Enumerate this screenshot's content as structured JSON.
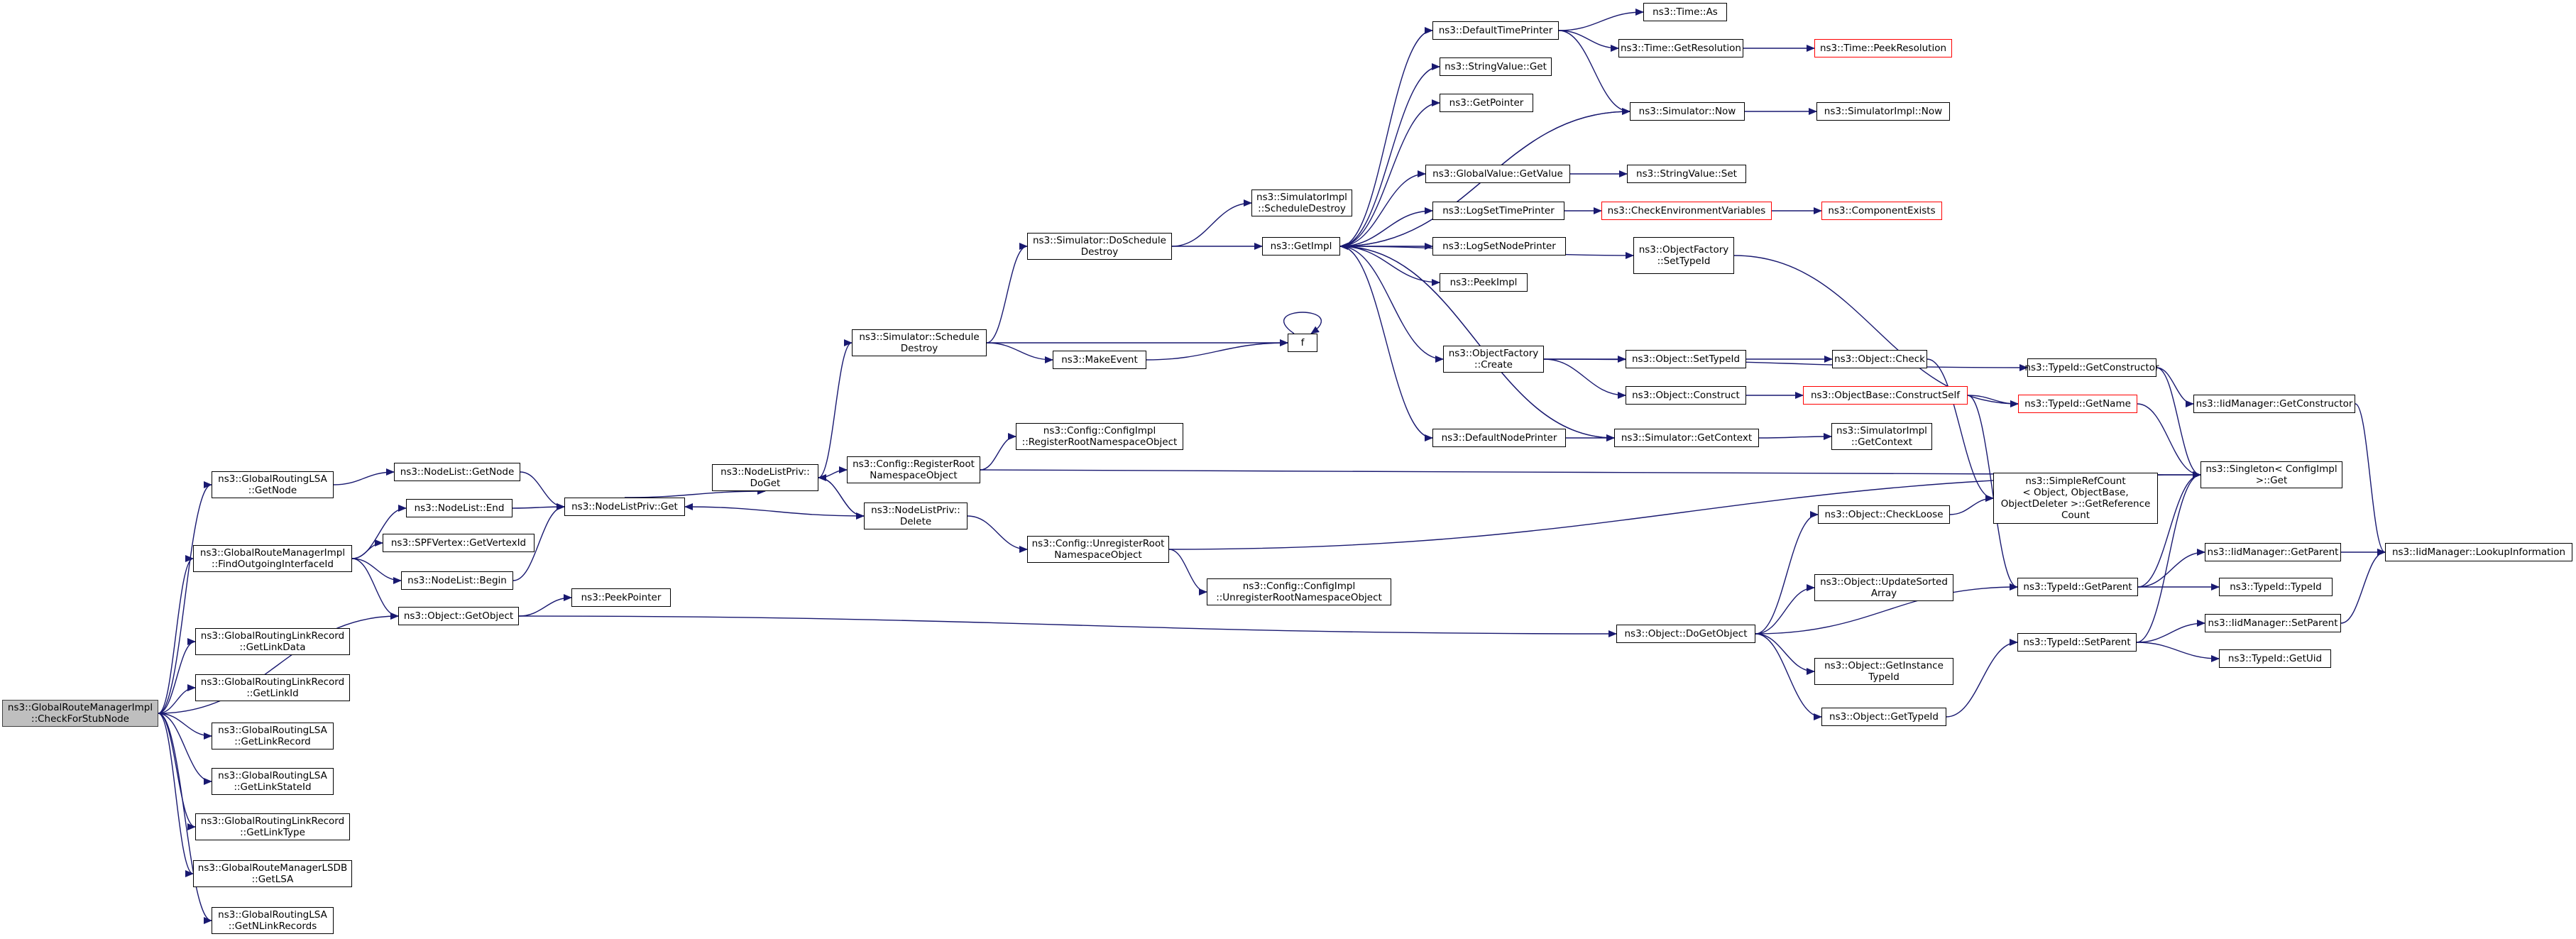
{
  "graph_title": "",
  "colors": {
    "edge": "#191970",
    "node_border": "#000000",
    "incomplete_border": "#ff0000",
    "root_fill": "#bfbfbf"
  },
  "nodes": [
    {
      "id": "root",
      "lines": [
        "ns3::GlobalRouteManagerImpl",
        "::CheckForStubNode"
      ],
      "style": "root"
    },
    {
      "id": "lsa_getnode",
      "lines": [
        "ns3::GlobalRoutingLSA",
        "::GetNode"
      ]
    },
    {
      "id": "findout",
      "lines": [
        "ns3::GlobalRouteManagerImpl",
        "::FindOutgoingInterfaceId"
      ]
    },
    {
      "id": "getobject",
      "lines": [
        "ns3::Object::GetObject"
      ]
    },
    {
      "id": "lr_getlinkdata",
      "lines": [
        "ns3::GlobalRoutingLinkRecord",
        "::GetLinkData"
      ]
    },
    {
      "id": "lr_getlinkid",
      "lines": [
        "ns3::GlobalRoutingLinkRecord",
        "::GetLinkId"
      ]
    },
    {
      "id": "lsa_getlinkrecord",
      "lines": [
        "ns3::GlobalRoutingLSA",
        "::GetLinkRecord"
      ]
    },
    {
      "id": "lsa_getlinkstateid",
      "lines": [
        "ns3::GlobalRoutingLSA",
        "::GetLinkStateId"
      ]
    },
    {
      "id": "lr_getlinktype",
      "lines": [
        "ns3::GlobalRoutingLinkRecord",
        "::GetLinkType"
      ]
    },
    {
      "id": "lsdb_getlsa",
      "lines": [
        "ns3::GlobalRouteManagerLSDB",
        "::GetLSA"
      ]
    },
    {
      "id": "lsa_getnlinkrecords",
      "lines": [
        "ns3::GlobalRoutingLSA",
        "::GetNLinkRecords"
      ]
    },
    {
      "id": "nl_getnode",
      "lines": [
        "ns3::NodeList::GetNode"
      ]
    },
    {
      "id": "nl_end",
      "lines": [
        "ns3::NodeList::End"
      ]
    },
    {
      "id": "spf_getvertexid",
      "lines": [
        "ns3::SPFVertex::GetVertexId"
      ]
    },
    {
      "id": "nl_begin",
      "lines": [
        "ns3::NodeList::Begin"
      ]
    },
    {
      "id": "peekpointer",
      "lines": [
        "ns3::PeekPointer"
      ]
    },
    {
      "id": "nlp_get",
      "lines": [
        "ns3::NodeListPriv::Get"
      ]
    },
    {
      "id": "nlp_doget",
      "lines": [
        "ns3::NodeListPriv::",
        "DoGet"
      ]
    },
    {
      "id": "cfg_register",
      "lines": [
        "ns3::Config::RegisterRoot",
        "NamespaceObject"
      ]
    },
    {
      "id": "nlp_delete",
      "lines": [
        "ns3::NodeListPriv::",
        "Delete"
      ]
    },
    {
      "id": "sim_scheddestroy",
      "lines": [
        "ns3::Simulator::Schedule",
        "Destroy"
      ]
    },
    {
      "id": "cfgimpl_register",
      "lines": [
        "ns3::Config::ConfigImpl",
        "::RegisterRootNamespaceObject"
      ]
    },
    {
      "id": "cfg_unregister",
      "lines": [
        "ns3::Config::UnregisterRoot",
        "NamespaceObject"
      ]
    },
    {
      "id": "cfgimpl_unregister",
      "lines": [
        "ns3::Config::ConfigImpl",
        "::UnregisterRootNamespaceObject"
      ]
    },
    {
      "id": "sim_doscheddestroy",
      "lines": [
        "ns3::Simulator::DoSchedule",
        "Destroy"
      ]
    },
    {
      "id": "makeevent",
      "lines": [
        "ns3::MakeEvent"
      ]
    },
    {
      "id": "f",
      "lines": [
        "f"
      ]
    },
    {
      "id": "simimpl_scheddestroy",
      "lines": [
        "ns3::SimulatorImpl",
        "::ScheduleDestroy"
      ]
    },
    {
      "id": "getimpl",
      "lines": [
        "ns3::GetImpl"
      ]
    },
    {
      "id": "defaulttimeprinter",
      "lines": [
        "ns3::DefaultTimePrinter"
      ]
    },
    {
      "id": "stringvalue_get",
      "lines": [
        "ns3::StringValue::Get"
      ]
    },
    {
      "id": "getpointer",
      "lines": [
        "ns3::GetPointer"
      ]
    },
    {
      "id": "gv_getvalue",
      "lines": [
        "ns3::GlobalValue::GetValue"
      ]
    },
    {
      "id": "logsettimeprinter",
      "lines": [
        "ns3::LogSetTimePrinter"
      ]
    },
    {
      "id": "logsetnodeprinter",
      "lines": [
        "ns3::LogSetNodePrinter"
      ]
    },
    {
      "id": "peekimpl",
      "lines": [
        "ns3::PeekImpl"
      ]
    },
    {
      "id": "objfactory_create",
      "lines": [
        "ns3::ObjectFactory",
        "::Create"
      ]
    },
    {
      "id": "defaultnodeprinter",
      "lines": [
        "ns3::DefaultNodePrinter"
      ]
    },
    {
      "id": "time_as",
      "lines": [
        "ns3::Time::As"
      ]
    },
    {
      "id": "time_getresolution",
      "lines": [
        "ns3::Time::GetResolution"
      ]
    },
    {
      "id": "time_peekresolution",
      "lines": [
        "ns3::Time::PeekResolution"
      ],
      "style": "red"
    },
    {
      "id": "sim_now",
      "lines": [
        "ns3::Simulator::Now"
      ]
    },
    {
      "id": "simimpl_now",
      "lines": [
        "ns3::SimulatorImpl::Now"
      ]
    },
    {
      "id": "stringvalue_set",
      "lines": [
        "ns3::StringValue::Set"
      ]
    },
    {
      "id": "checkenv",
      "lines": [
        "ns3::CheckEnvironmentVariables"
      ],
      "style": "red"
    },
    {
      "id": "componentexists",
      "lines": [
        "ns3::ComponentExists"
      ],
      "style": "red"
    },
    {
      "id": "objfactory_settypeid",
      "lines": [
        "ns3::ObjectFactory",
        "::SetTypeId"
      ]
    },
    {
      "id": "obj_settypeid",
      "lines": [
        "ns3::Object::SetTypeId"
      ]
    },
    {
      "id": "obj_check",
      "lines": [
        "ns3::Object::Check"
      ]
    },
    {
      "id": "obj_construct",
      "lines": [
        "ns3::Object::Construct"
      ]
    },
    {
      "id": "objbase_constructself",
      "lines": [
        "ns3::ObjectBase::ConstructSelf"
      ],
      "style": "red"
    },
    {
      "id": "sim_getcontext",
      "lines": [
        "ns3::Simulator::GetContext"
      ]
    },
    {
      "id": "simimpl_getcontext",
      "lines": [
        "ns3::SimulatorImpl",
        "::GetContext"
      ]
    },
    {
      "id": "typeid_getconstructor",
      "lines": [
        "ns3::TypeId::GetConstructor"
      ]
    },
    {
      "id": "typeid_getname",
      "lines": [
        "ns3::TypeId::GetName"
      ],
      "style": "red"
    },
    {
      "id": "iidm_getconstructor",
      "lines": [
        "ns3::IidManager::GetConstructor"
      ]
    },
    {
      "id": "singleton_get",
      "lines": [
        "ns3::Singleton< ConfigImpl",
        " >::Get"
      ]
    },
    {
      "id": "simplerefcount",
      "lines": [
        "ns3::SimpleRefCount",
        "< Object, ObjectBase,",
        " ObjectDeleter >::GetReference",
        "Count"
      ]
    },
    {
      "id": "obj_checkloose",
      "lines": [
        "ns3::Object::CheckLoose"
      ]
    },
    {
      "id": "obj_updatesorted",
      "lines": [
        "ns3::Object::UpdateSorted",
        "Array"
      ]
    },
    {
      "id": "obj_dogetobject",
      "lines": [
        "ns3::Object::DoGetObject"
      ]
    },
    {
      "id": "obj_getinstancetypeid",
      "lines": [
        "ns3::Object::GetInstance",
        "TypeId"
      ]
    },
    {
      "id": "obj_gettypeid",
      "lines": [
        "ns3::Object::GetTypeId"
      ]
    },
    {
      "id": "typeid_getparent",
      "lines": [
        "ns3::TypeId::GetParent"
      ]
    },
    {
      "id": "typeid_setparent",
      "lines": [
        "ns3::TypeId::SetParent"
      ]
    },
    {
      "id": "iidm_getparent",
      "lines": [
        "ns3::IidManager::GetParent"
      ]
    },
    {
      "id": "typeid_typeid",
      "lines": [
        "ns3::TypeId::TypeId"
      ]
    },
    {
      "id": "iidm_lookupinfo",
      "lines": [
        "ns3::IidManager::LookupInformation"
      ]
    },
    {
      "id": "iidm_setparent",
      "lines": [
        "ns3::IidManager::SetParent"
      ]
    },
    {
      "id": "typeid_getuid",
      "lines": [
        "ns3::TypeId::GetUid"
      ]
    }
  ],
  "edges": [
    [
      "root",
      "lsa_getnode"
    ],
    [
      "root",
      "findout"
    ],
    [
      "root",
      "getobject"
    ],
    [
      "root",
      "lr_getlinkdata"
    ],
    [
      "root",
      "lr_getlinkid"
    ],
    [
      "root",
      "lsa_getlinkrecord"
    ],
    [
      "root",
      "lsa_getlinkstateid"
    ],
    [
      "root",
      "lr_getlinktype"
    ],
    [
      "root",
      "lsdb_getlsa"
    ],
    [
      "root",
      "lsa_getnlinkrecords"
    ],
    [
      "lsa_getnode",
      "nl_getnode"
    ],
    [
      "nl_getnode",
      "nlp_get"
    ],
    [
      "findout",
      "nl_end"
    ],
    [
      "findout",
      "spf_getvertexid"
    ],
    [
      "findout",
      "nl_begin"
    ],
    [
      "findout",
      "getobject"
    ],
    [
      "nl_end",
      "nlp_get"
    ],
    [
      "nl_begin",
      "nlp_get"
    ],
    [
      "getobject",
      "peekpointer"
    ],
    [
      "getobject",
      "obj_dogetobject"
    ],
    [
      "nlp_get",
      "nlp_doget"
    ],
    [
      "nlp_doget",
      "sim_scheddestroy"
    ],
    [
      "nlp_doget",
      "cfg_register"
    ],
    [
      "nlp_doget",
      "nlp_delete"
    ],
    [
      "nlp_delete",
      "nlp_doget"
    ],
    [
      "nlp_delete",
      "nlp_get"
    ],
    [
      "nlp_delete",
      "cfg_unregister"
    ],
    [
      "cfg_register",
      "cfgimpl_register"
    ],
    [
      "cfg_register",
      "singleton_get"
    ],
    [
      "cfg_unregister",
      "cfgimpl_unregister"
    ],
    [
      "cfg_unregister",
      "singleton_get"
    ],
    [
      "sim_scheddestroy",
      "sim_doscheddestroy"
    ],
    [
      "sim_scheddestroy",
      "makeevent"
    ],
    [
      "sim_scheddestroy",
      "f"
    ],
    [
      "makeevent",
      "f"
    ],
    [
      "f",
      "f"
    ],
    [
      "sim_doscheddestroy",
      "simimpl_scheddestroy"
    ],
    [
      "sim_doscheddestroy",
      "getimpl"
    ],
    [
      "getimpl",
      "defaulttimeprinter"
    ],
    [
      "getimpl",
      "stringvalue_get"
    ],
    [
      "getimpl",
      "getpointer"
    ],
    [
      "getimpl",
      "sim_now"
    ],
    [
      "getimpl",
      "gv_getvalue"
    ],
    [
      "getimpl",
      "logsettimeprinter"
    ],
    [
      "getimpl",
      "logsetnodeprinter"
    ],
    [
      "getimpl",
      "peekimpl"
    ],
    [
      "getimpl",
      "objfactory_settypeid"
    ],
    [
      "getimpl",
      "objfactory_create"
    ],
    [
      "getimpl",
      "defaultnodeprinter"
    ],
    [
      "getimpl",
      "sim_getcontext"
    ],
    [
      "defaulttimeprinter",
      "time_as"
    ],
    [
      "defaulttimeprinter",
      "time_getresolution"
    ],
    [
      "defaulttimeprinter",
      "sim_now"
    ],
    [
      "time_getresolution",
      "time_peekresolution"
    ],
    [
      "sim_now",
      "simimpl_now"
    ],
    [
      "sim_now",
      "getimpl"
    ],
    [
      "gv_getvalue",
      "stringvalue_set"
    ],
    [
      "logsettimeprinter",
      "checkenv"
    ],
    [
      "checkenv",
      "componentexists"
    ],
    [
      "objfactory_settypeid",
      "typeid_getname"
    ],
    [
      "objfactory_create",
      "obj_settypeid"
    ],
    [
      "objfactory_create",
      "obj_construct"
    ],
    [
      "objfactory_create",
      "typeid_getconstructor"
    ],
    [
      "obj_settypeid",
      "obj_check"
    ],
    [
      "obj_check",
      "simplerefcount"
    ],
    [
      "obj_construct",
      "objbase_constructself"
    ],
    [
      "objbase_constructself",
      "typeid_getname"
    ],
    [
      "objbase_constructself",
      "typeid_getparent"
    ],
    [
      "defaultnodeprinter",
      "sim_getcontext"
    ],
    [
      "sim_getcontext",
      "simimpl_getcontext"
    ],
    [
      "sim_getcontext",
      "getimpl"
    ],
    [
      "typeid_getconstructor",
      "iidm_getconstructor"
    ],
    [
      "typeid_getconstructor",
      "singleton_get"
    ],
    [
      "typeid_getname",
      "singleton_get"
    ],
    [
      "iidm_getconstructor",
      "iidm_lookupinfo"
    ],
    [
      "obj_dogetobject",
      "obj_checkloose"
    ],
    [
      "obj_dogetobject",
      "obj_updatesorted"
    ],
    [
      "obj_dogetobject",
      "obj_getinstancetypeid"
    ],
    [
      "obj_dogetobject",
      "obj_gettypeid"
    ],
    [
      "obj_dogetobject",
      "typeid_getparent"
    ],
    [
      "obj_checkloose",
      "simplerefcount"
    ],
    [
      "obj_gettypeid",
      "typeid_setparent"
    ],
    [
      "typeid_getparent",
      "iidm_getparent"
    ],
    [
      "typeid_getparent",
      "typeid_typeid"
    ],
    [
      "typeid_getparent",
      "singleton_get"
    ],
    [
      "typeid_setparent",
      "iidm_setparent"
    ],
    [
      "typeid_setparent",
      "typeid_getuid"
    ],
    [
      "typeid_setparent",
      "singleton_get"
    ],
    [
      "iidm_getparent",
      "iidm_lookupinfo"
    ],
    [
      "iidm_setparent",
      "iidm_lookupinfo"
    ]
  ]
}
